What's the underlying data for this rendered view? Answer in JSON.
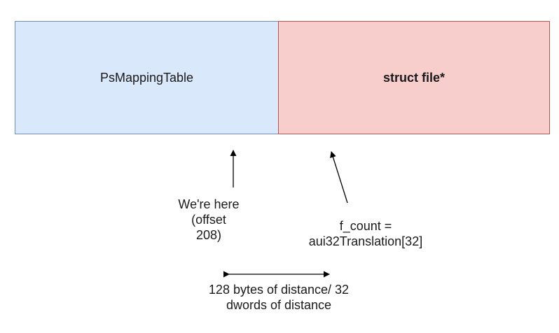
{
  "blocks": [
    {
      "label": "PsMappingTable",
      "fill": "#dae8fc",
      "stroke": "#6c8ebf"
    },
    {
      "label": "struct file*",
      "fill": "#f8cecc",
      "stroke": "#b85450"
    }
  ],
  "annotations": {
    "here": [
      "We're here",
      "(offset",
      "208)"
    ],
    "fcount": [
      "f_count =",
      "aui32Translation[32]"
    ],
    "distance": [
      "128 bytes of distance/ 32",
      "dwords of distance"
    ]
  }
}
